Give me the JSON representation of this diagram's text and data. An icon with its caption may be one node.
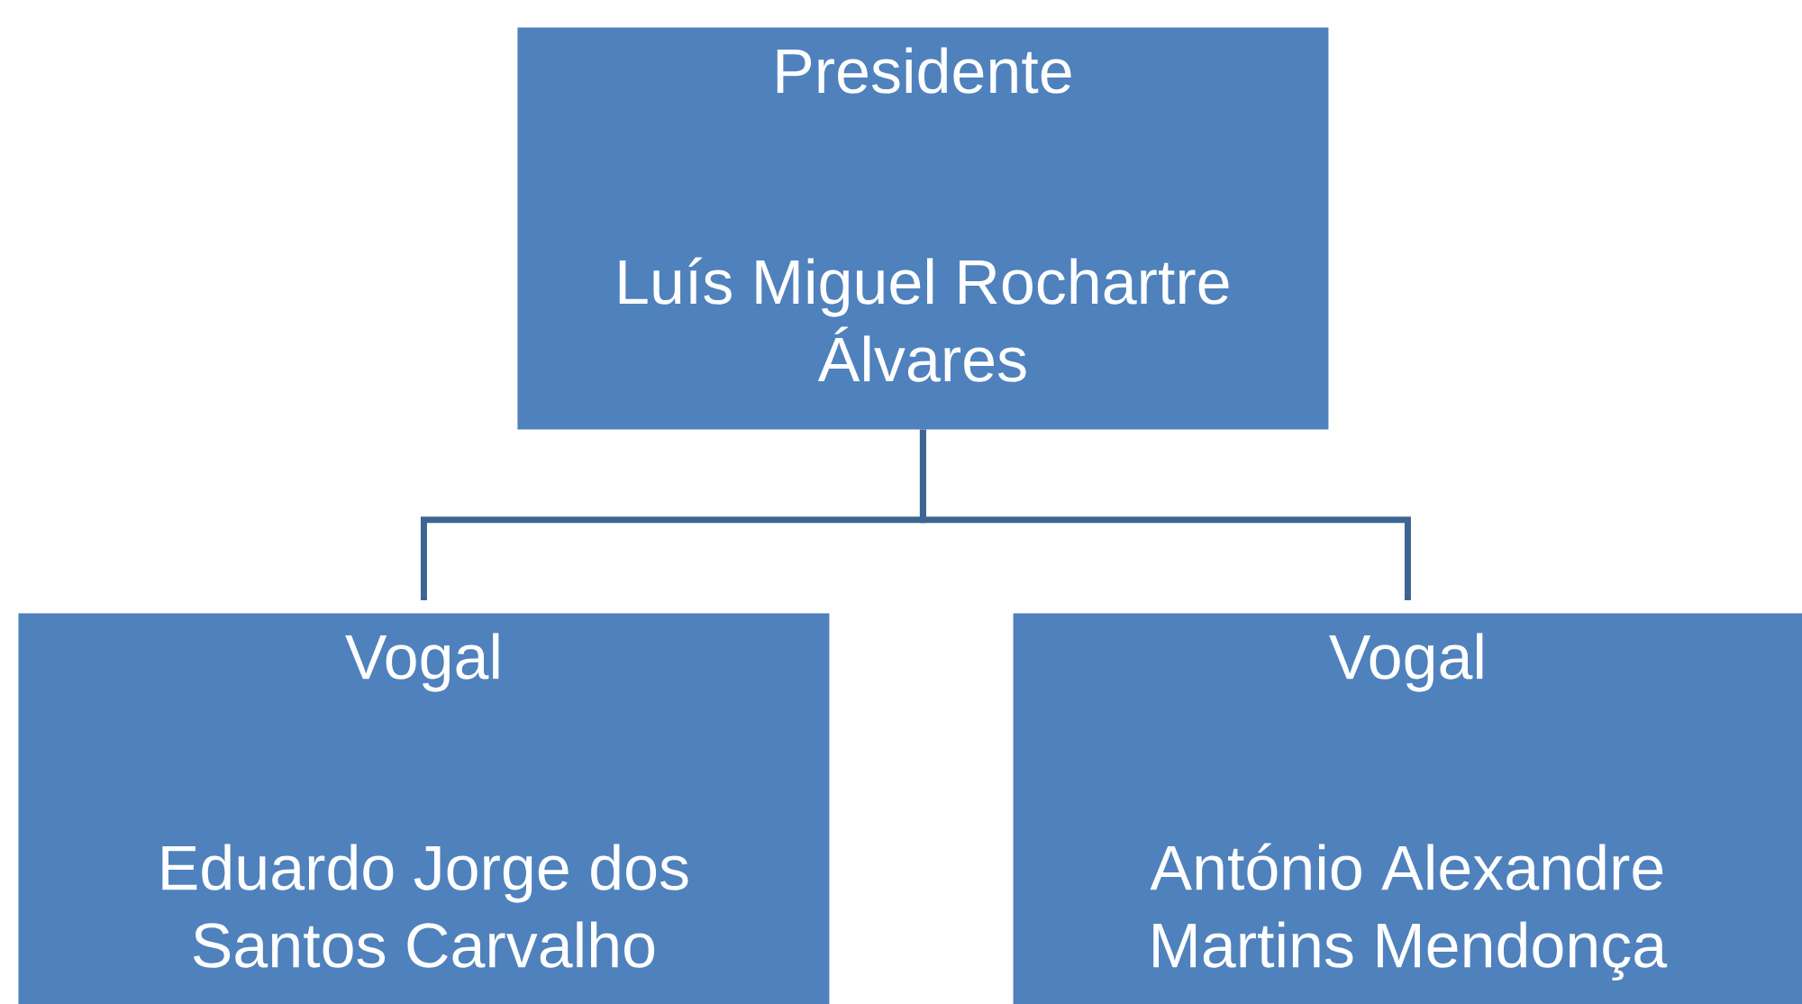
{
  "diagram": {
    "nodes": [
      {
        "text": [
          "Presidente",
          "Luís Miguel Rochartre Álvares"
        ]
      },
      {
        "text": [
          "Vogal",
          "Eduardo Jorge dos Santos Carvalho"
        ]
      },
      {
        "text": [
          "Vogal",
          "António Alexandre Martins Mendonça"
        ]
      }
    ],
    "edges": [
      {
        "from": 0,
        "to": 1,
        "arrow": "none"
      },
      {
        "from": 0,
        "to": 2,
        "arrow": "none"
      }
    ]
  }
}
